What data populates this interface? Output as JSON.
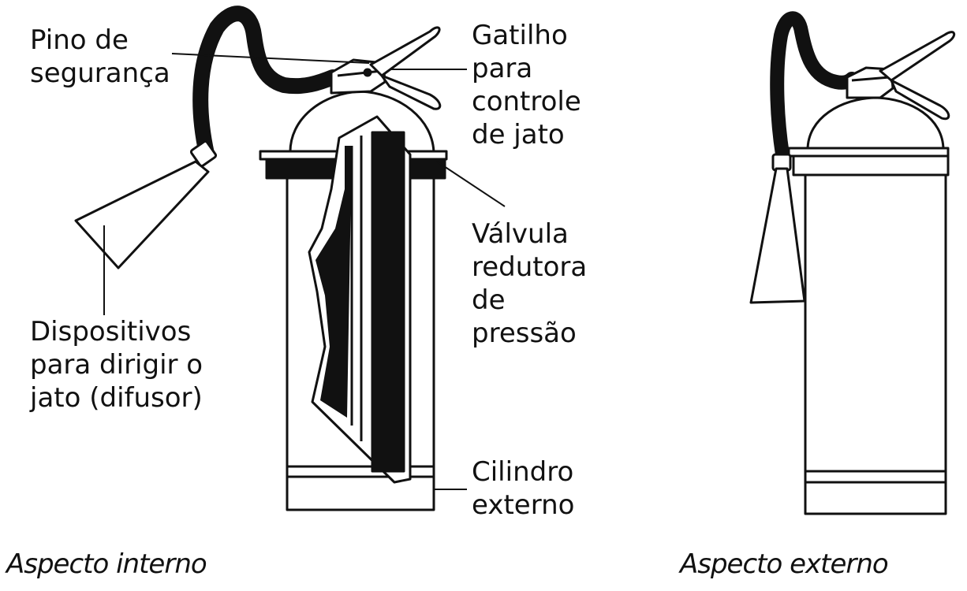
{
  "labels": {
    "safety_pin": [
      "Pino de",
      "segurança"
    ],
    "trigger": [
      "Gatilho",
      "para",
      "controle",
      "de jato"
    ],
    "pressure_valve": [
      "Válvula",
      "redutora",
      "de",
      "pressão"
    ],
    "diffuser": [
      "Dispositivos",
      "para dirigir o",
      "jato (difusor)"
    ],
    "cylinder": [
      "Cilindro",
      "externo"
    ]
  },
  "captions": {
    "internal": "Aspecto interno",
    "external": "Aspecto externo"
  },
  "colors": {
    "ink": "#111111",
    "paper": "#ffffff"
  }
}
